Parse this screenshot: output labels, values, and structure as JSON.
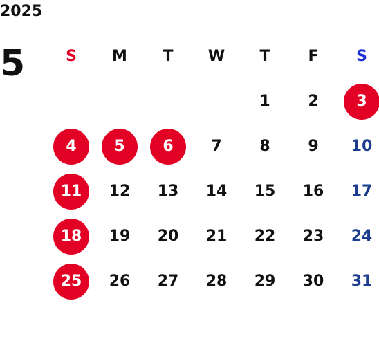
{
  "calendar": {
    "year": "2025",
    "month": "5",
    "weekdays": [
      "S",
      "M",
      "T",
      "W",
      "T",
      "F",
      "S"
    ],
    "colors": {
      "sunday_header": "#e30025",
      "saturday_header": "#1a2fd6",
      "holiday_circle": "#e30025",
      "saturday_date": "#1c3d8f",
      "normal_text": "#111111"
    },
    "weeks": [
      [
        {
          "day": "",
          "kind": "empty"
        },
        {
          "day": "",
          "kind": "empty"
        },
        {
          "day": "",
          "kind": "empty"
        },
        {
          "day": "",
          "kind": "empty"
        },
        {
          "day": "1",
          "kind": "normal"
        },
        {
          "day": "2",
          "kind": "normal"
        },
        {
          "day": "3",
          "kind": "holiday"
        }
      ],
      [
        {
          "day": "4",
          "kind": "holiday"
        },
        {
          "day": "5",
          "kind": "holiday"
        },
        {
          "day": "6",
          "kind": "holiday"
        },
        {
          "day": "7",
          "kind": "normal"
        },
        {
          "day": "8",
          "kind": "normal"
        },
        {
          "day": "9",
          "kind": "normal"
        },
        {
          "day": "10",
          "kind": "saturday"
        }
      ],
      [
        {
          "day": "11",
          "kind": "holiday"
        },
        {
          "day": "12",
          "kind": "normal"
        },
        {
          "day": "13",
          "kind": "normal"
        },
        {
          "day": "14",
          "kind": "normal"
        },
        {
          "day": "15",
          "kind": "normal"
        },
        {
          "day": "16",
          "kind": "normal"
        },
        {
          "day": "17",
          "kind": "saturday"
        }
      ],
      [
        {
          "day": "18",
          "kind": "holiday"
        },
        {
          "day": "19",
          "kind": "normal"
        },
        {
          "day": "20",
          "kind": "normal"
        },
        {
          "day": "21",
          "kind": "normal"
        },
        {
          "day": "22",
          "kind": "normal"
        },
        {
          "day": "23",
          "kind": "normal"
        },
        {
          "day": "24",
          "kind": "saturday"
        }
      ],
      [
        {
          "day": "25",
          "kind": "holiday"
        },
        {
          "day": "26",
          "kind": "normal"
        },
        {
          "day": "27",
          "kind": "normal"
        },
        {
          "day": "28",
          "kind": "normal"
        },
        {
          "day": "29",
          "kind": "normal"
        },
        {
          "day": "30",
          "kind": "normal"
        },
        {
          "day": "31",
          "kind": "saturday"
        }
      ]
    ]
  }
}
